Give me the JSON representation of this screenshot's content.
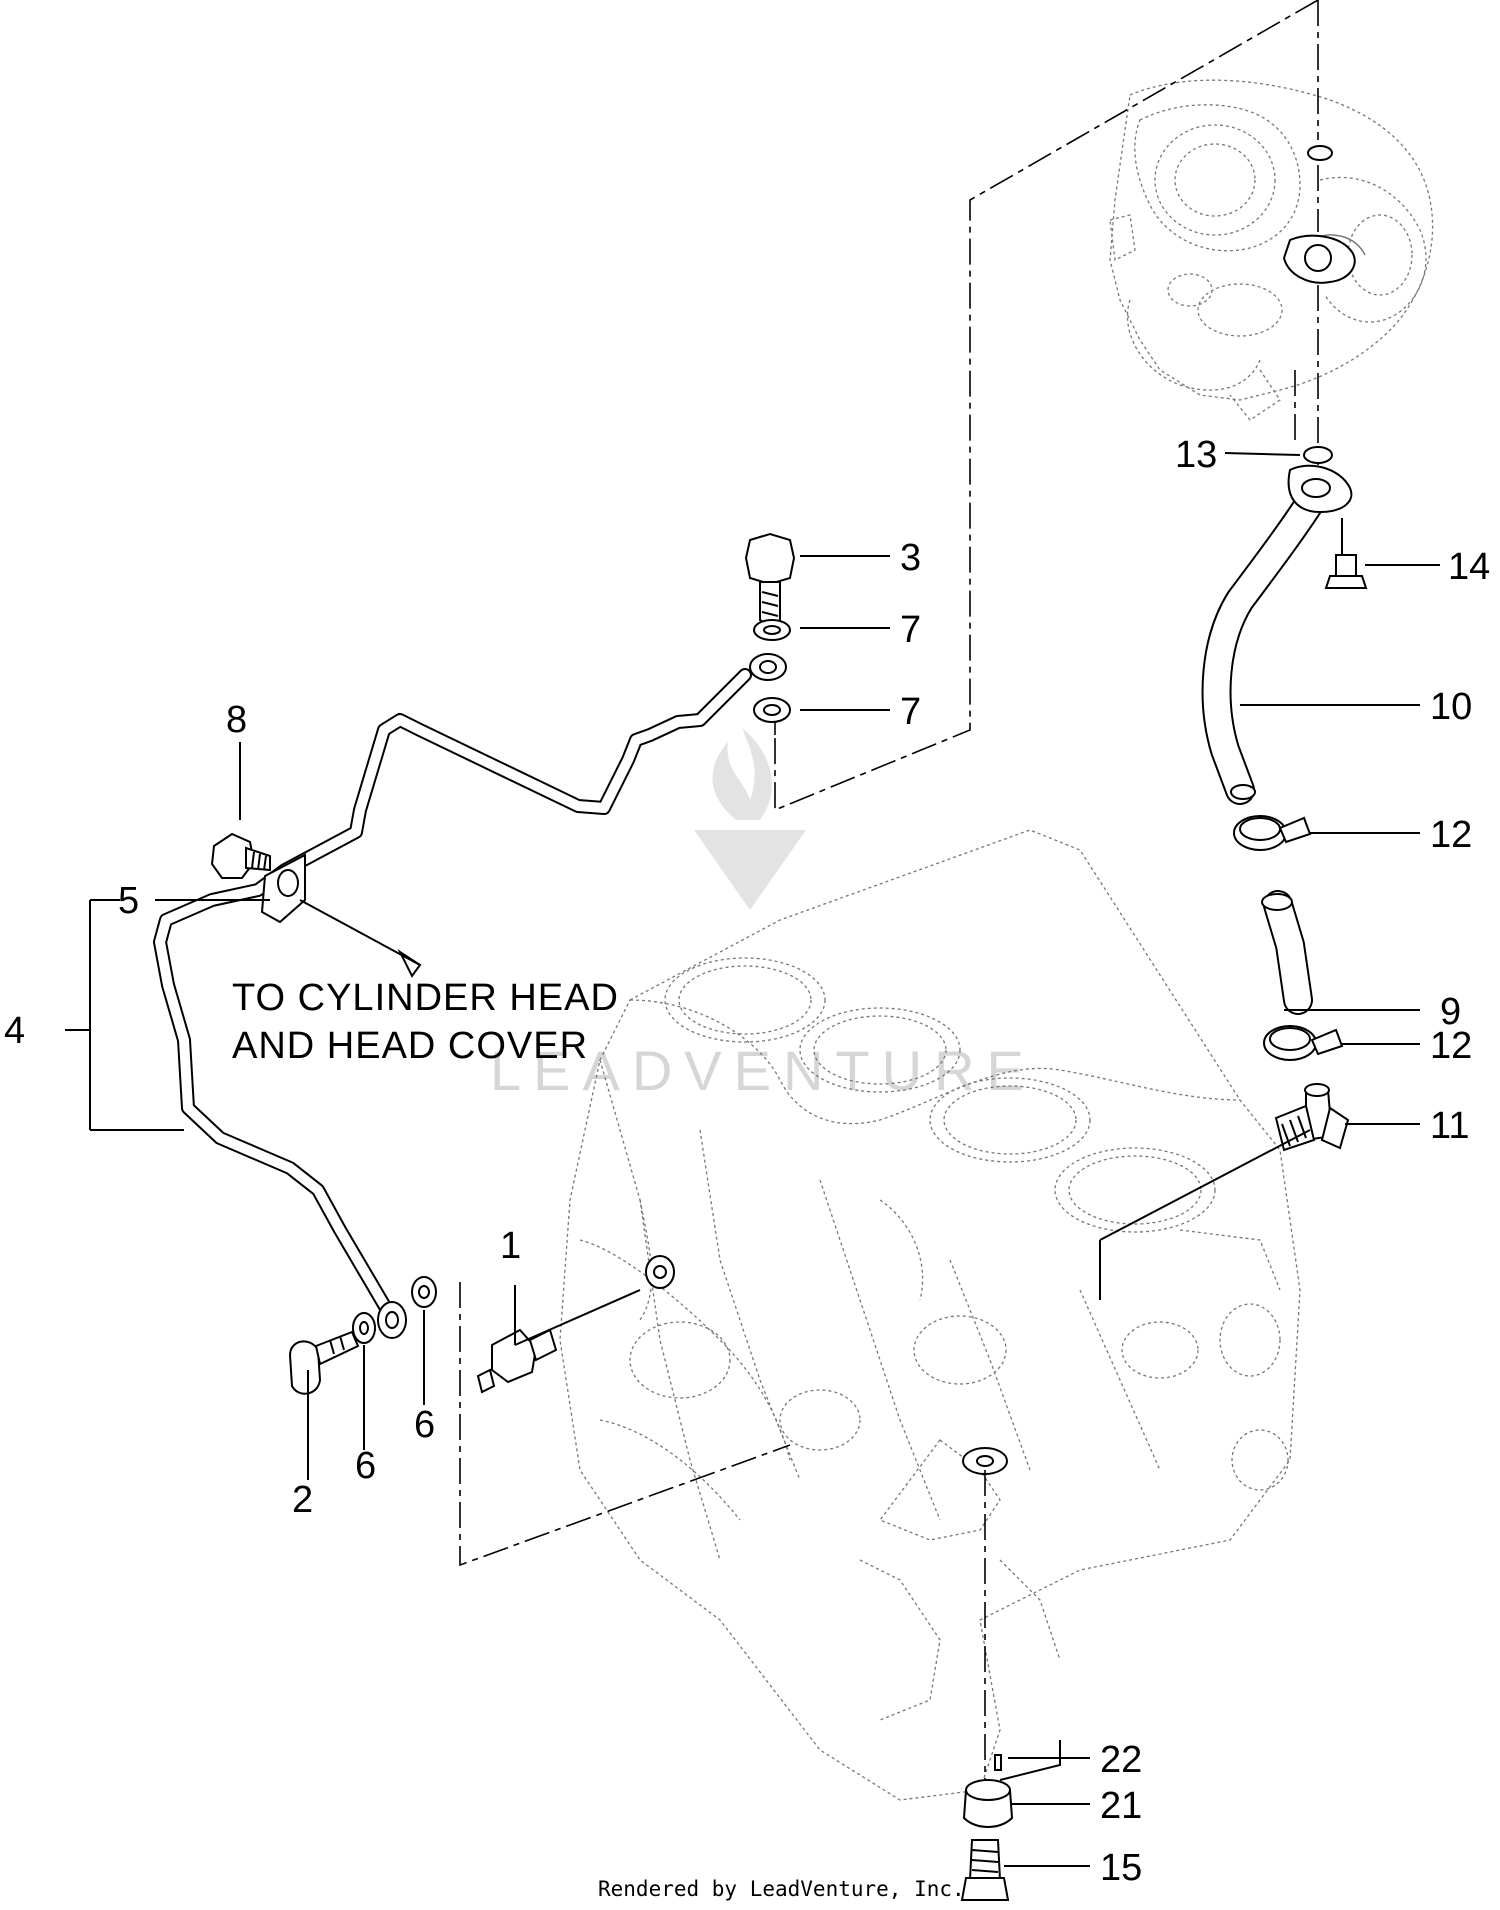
{
  "diagram": {
    "callouts": {
      "c1": "1",
      "c2": "2",
      "c3": "3",
      "c4": "4",
      "c5": "5",
      "c6a": "6",
      "c6b": "6",
      "c7a": "7",
      "c7b": "7",
      "c8": "8",
      "c9": "9",
      "c10": "10",
      "c11": "11",
      "c12a": "12",
      "c12b": "12",
      "c13": "13",
      "c14": "14",
      "c15": "15",
      "c21": "21",
      "c22": "22"
    },
    "note_line1": "TO CYLINDER HEAD",
    "note_line2": "AND HEAD COVER",
    "watermark": "LEADVENTURE",
    "footer": "Rendered by LeadVenture, Inc."
  }
}
